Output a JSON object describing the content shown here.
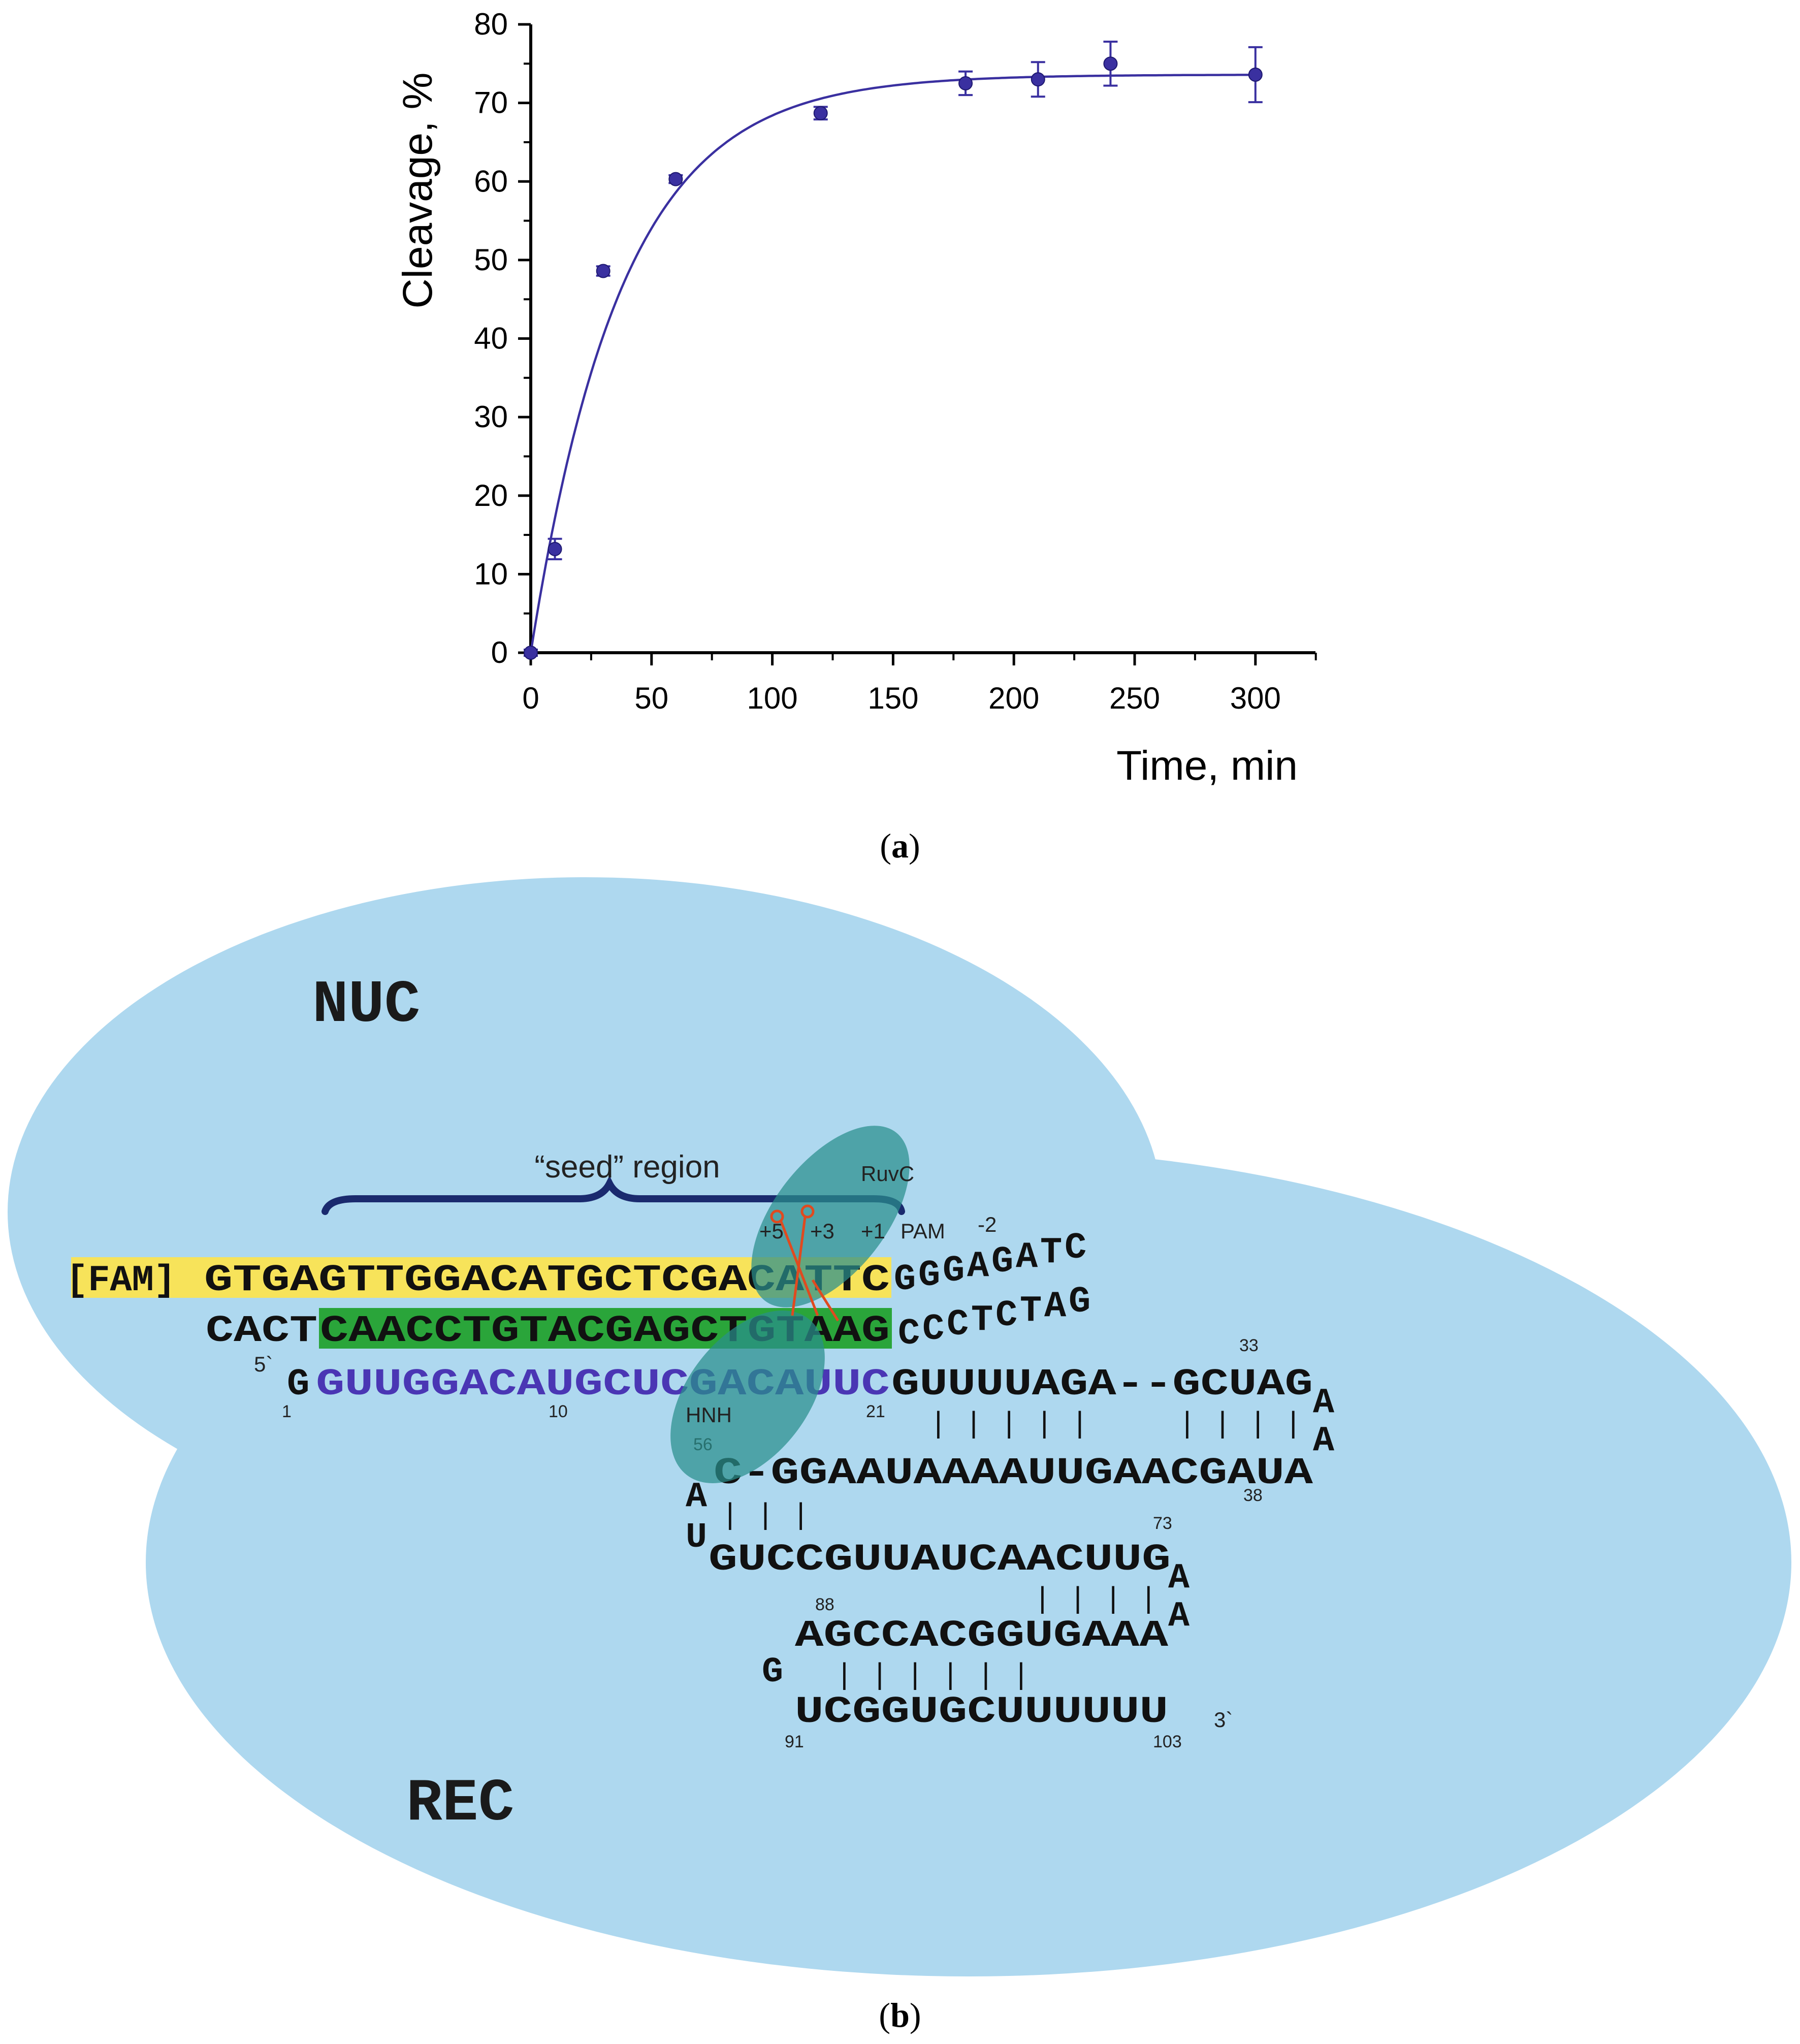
{
  "chart_data": {
    "type": "scatter",
    "title": "",
    "xlabel": "Time, min",
    "ylabel": "Cleavage, %",
    "xlim": [
      0,
      325
    ],
    "ylim": [
      0,
      80
    ],
    "x_ticks": [
      0,
      50,
      100,
      150,
      200,
      250,
      300
    ],
    "y_ticks": [
      0,
      10,
      20,
      30,
      40,
      50,
      60,
      70,
      80
    ],
    "grid": false,
    "legend": "none",
    "color": "#3a30a0",
    "points": [
      {
        "x": 0,
        "y": 0,
        "err": 0.4
      },
      {
        "x": 10,
        "y": 13.2,
        "err": 1.3
      },
      {
        "x": 30,
        "y": 48.6,
        "err": 0.6
      },
      {
        "x": 60,
        "y": 60.3,
        "err": 0.5
      },
      {
        "x": 120,
        "y": 68.7,
        "err": 0.8
      },
      {
        "x": 180,
        "y": 72.5,
        "err": 1.5
      },
      {
        "x": 210,
        "y": 73.0,
        "err": 2.2
      },
      {
        "x": 240,
        "y": 75.0,
        "err": 2.8
      },
      {
        "x": 300,
        "y": 73.6,
        "err": 3.5
      }
    ],
    "fit": {
      "model": "exponential",
      "plateau": 73.6,
      "rate": 0.0265,
      "x_range": [
        0,
        300
      ]
    }
  },
  "captions": {
    "a": "a",
    "b": "b"
  },
  "diagram": {
    "domains": {
      "nuc": "NUC",
      "rec": "REC",
      "ruvc": "RuvC",
      "hnh": "HNH"
    },
    "seed_label": "“seed” region",
    "positions": {
      "p5": "+5",
      "p3": "+3",
      "p1": "+1",
      "pam": "PAM",
      "m2": "-2"
    },
    "fam_label": "[FAM]",
    "target_top_highlight": "GTGAGTTGGACATGCTCGACATTC",
    "target_top_tail": [
      "G",
      "G",
      "G",
      "A",
      "G",
      "A",
      "T",
      "C"
    ],
    "target_bottom_plain": "CACT",
    "target_bottom_highlight": "CAACCTGTACGAGCTGTAAG",
    "target_bottom_tail": [
      "C",
      "C",
      "C",
      "T",
      "C",
      "T",
      "A",
      "G"
    ],
    "five_prime": "5`",
    "three_prime": "3`",
    "guide_g": "G",
    "guide_spacer": "GUUGGACAUGCUCGACAUUC",
    "guide_rest": "GUUUUAGA--GCUAG",
    "loop1": [
      "A",
      "A"
    ],
    "line2": "C-GGAAUAAAAUUGAACGAUA",
    "bulge_au": [
      "A",
      "U"
    ],
    "line3": "GUCCGUUAUCAACUUG",
    "loop2": [
      "A",
      "A"
    ],
    "line4": "AGCCACGGUGAAA",
    "g_bulge": "G",
    "line5": "UCGGUGCUUUUUU",
    "pairs1": "| | | | |",
    "pairs2": "| | | |",
    "pairs3": "|   | |",
    "pairs4": "| | | |",
    "pairs5": "| | | | | |",
    "numbers": {
      "n1": "1",
      "n10": "10",
      "n21": "21",
      "n33": "33",
      "n38": "38",
      "n56": "56",
      "n73": "73",
      "n88": "88",
      "n91": "91",
      "n103": "103"
    }
  }
}
